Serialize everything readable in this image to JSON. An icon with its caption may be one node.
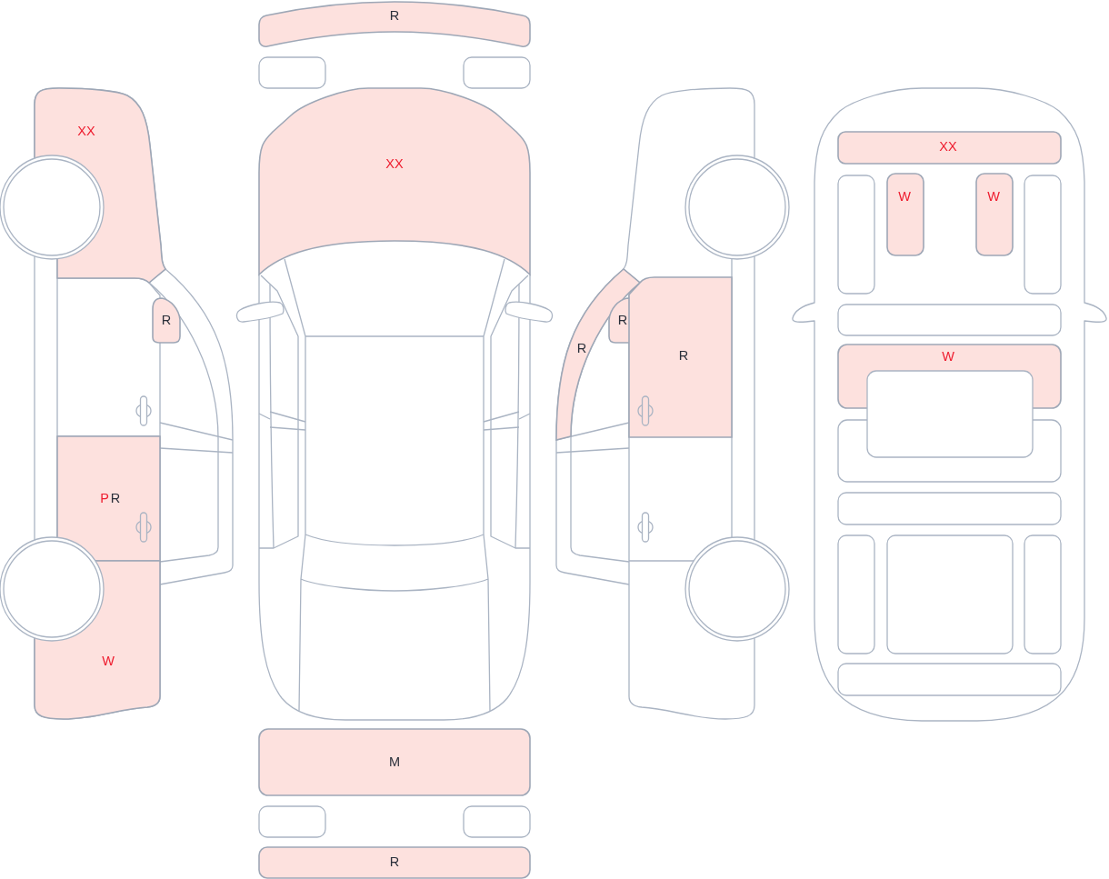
{
  "diagram": {
    "nodes": [
      {
        "text": [
          "XX"
        ]
      },
      {
        "text": [
          "R"
        ]
      },
      {
        "text": [
          "P",
          "R"
        ]
      },
      {
        "text": [
          "W"
        ]
      },
      {
        "text": [
          "R"
        ]
      },
      {
        "text": [],
        "shape": "box"
      },
      {
        "text": [],
        "shape": "box"
      },
      {
        "text": [
          "XX"
        ]
      },
      {
        "text": [
          "M"
        ]
      },
      {
        "text": [],
        "shape": "box"
      },
      {
        "text": [],
        "shape": "box"
      },
      {
        "text": [
          "R"
        ]
      },
      {
        "text": [
          "R"
        ]
      },
      {
        "text": [
          "R"
        ]
      },
      {
        "text": [
          "R"
        ]
      },
      {
        "text": [
          "XX"
        ]
      },
      {
        "text": [],
        "shape": "box"
      },
      {
        "text": [
          "W"
        ]
      },
      {
        "text": [
          "W"
        ]
      },
      {
        "text": [],
        "shape": "box"
      },
      {
        "text": [],
        "shape": "box"
      },
      {
        "text": [
          "W"
        ]
      },
      {
        "text": [],
        "shape": "box"
      },
      {
        "text": [],
        "shape": "box"
      },
      {
        "text": [],
        "shape": "box"
      },
      {
        "text": [],
        "shape": "box"
      },
      {
        "text": [],
        "shape": "box"
      },
      {
        "text": [],
        "shape": "box"
      },
      {
        "text": [],
        "shape": "box"
      }
    ]
  }
}
